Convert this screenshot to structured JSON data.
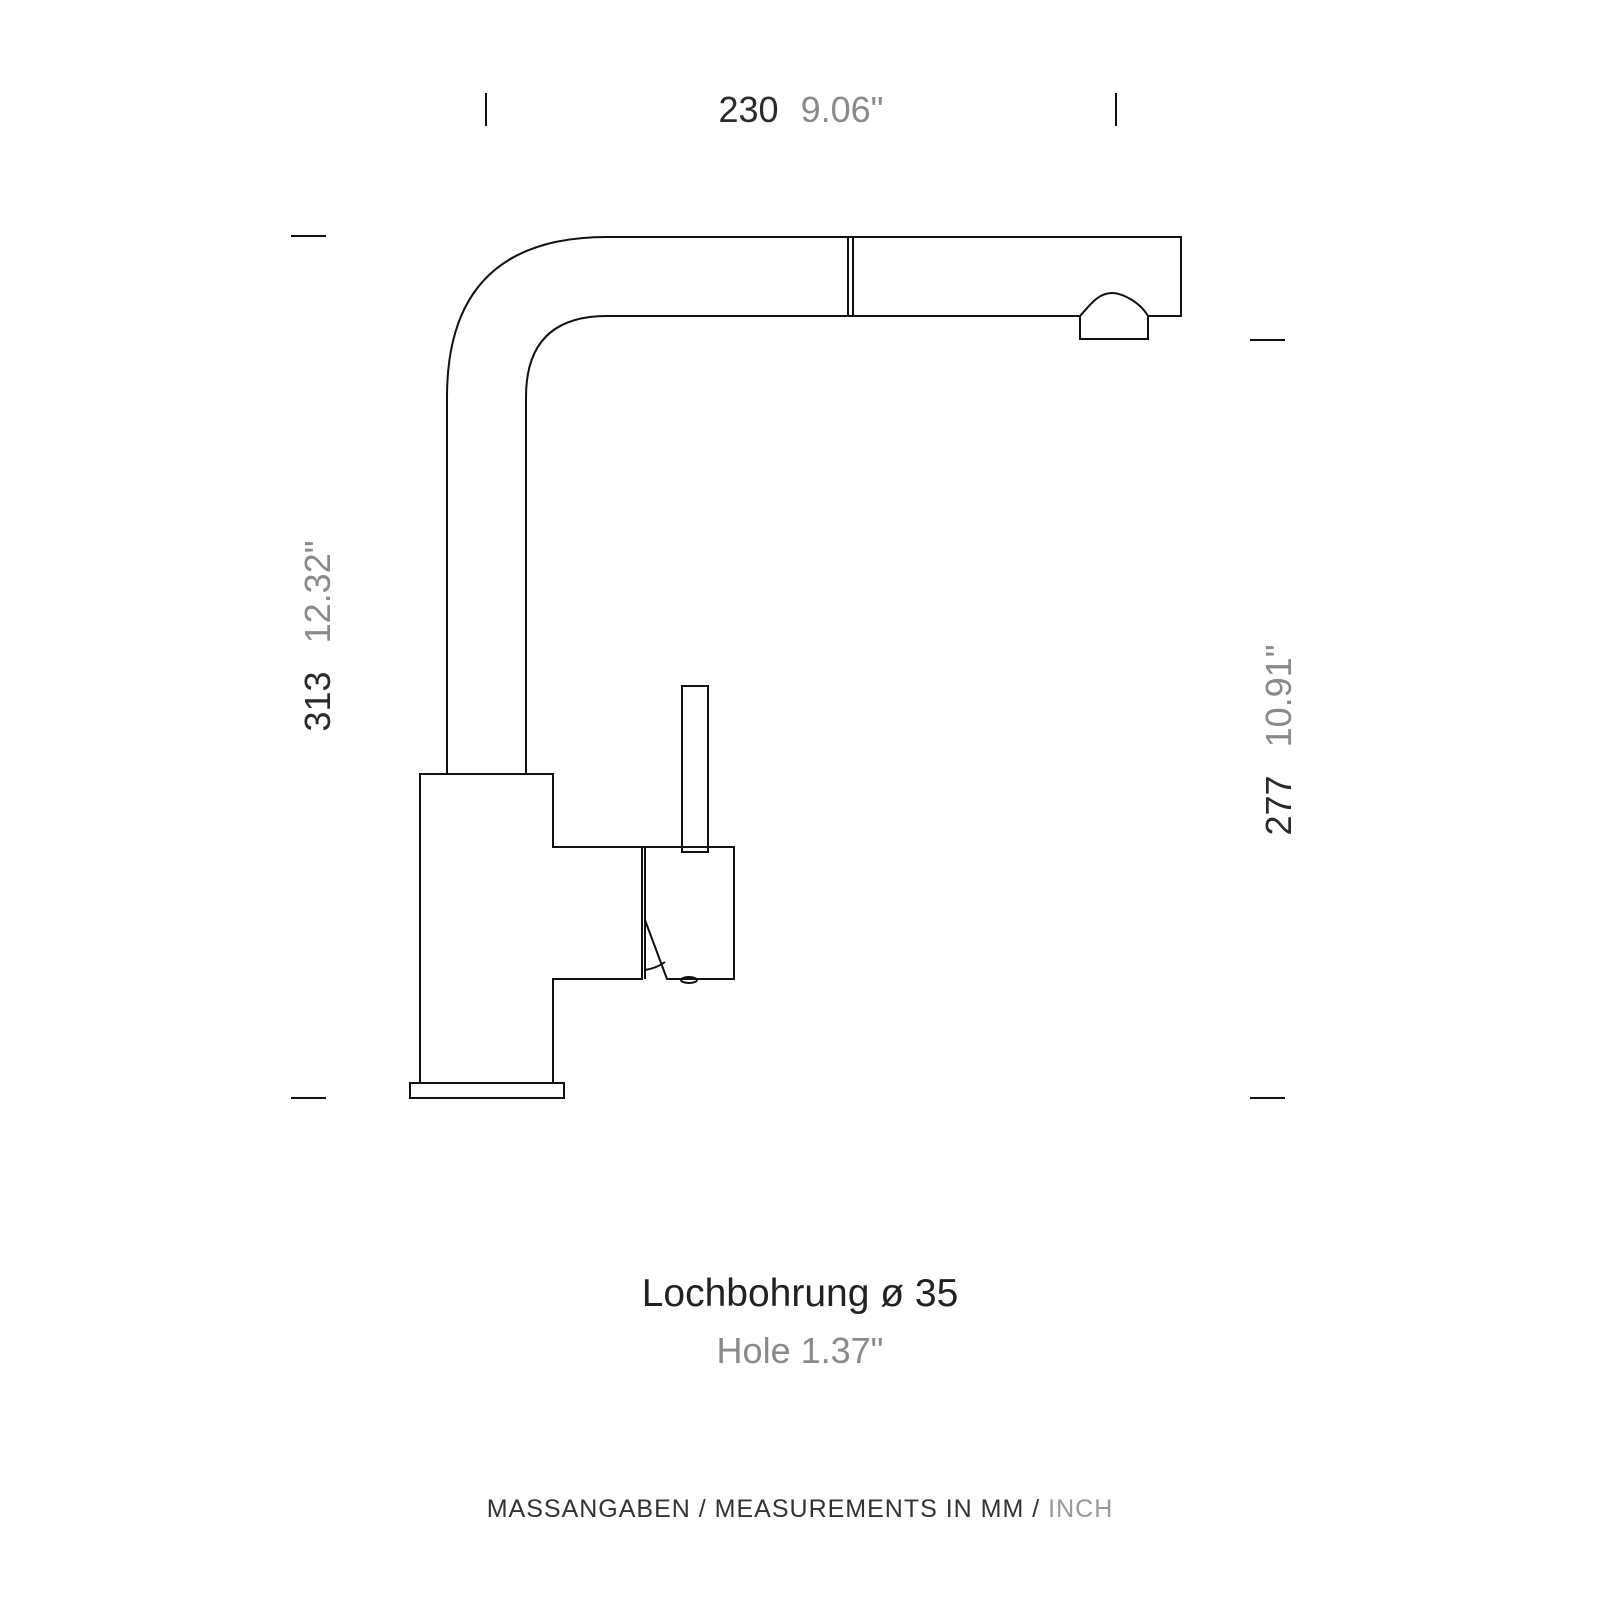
{
  "dimensions": {
    "width": {
      "mm": "230",
      "inch": "9.06\""
    },
    "total_height": {
      "mm": "313",
      "inch": "12.32\""
    },
    "spout_height": {
      "mm": "277",
      "inch": "10.91\""
    }
  },
  "hole": {
    "label_mm": "Lochbohrung ø 35",
    "label_inch": "Hole 1.37\""
  },
  "footer": {
    "label": "MASSANGABEN / MEASUREMENTS IN MM / ",
    "unit_inch": "INCH"
  },
  "colors": {
    "line": "#111111",
    "mm_text": "#2a2a2a",
    "inch_text": "#8a8a8a"
  }
}
